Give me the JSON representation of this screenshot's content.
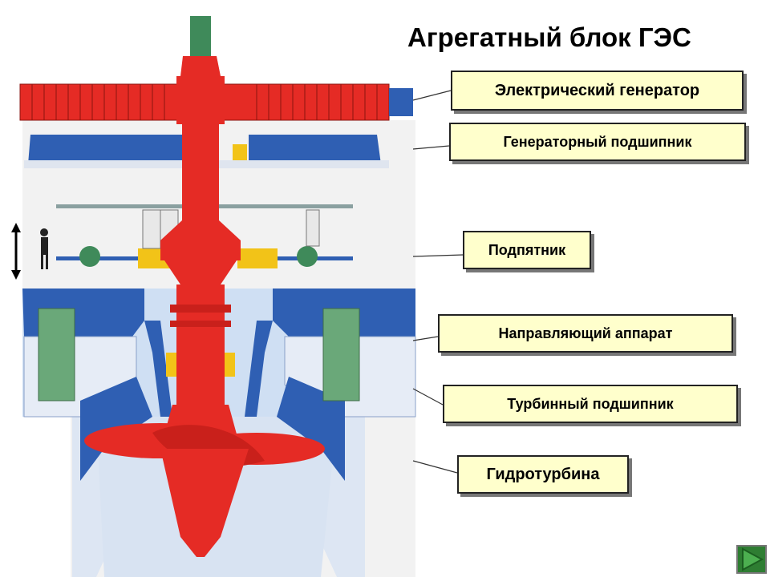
{
  "title": "Агрегатный блок ГЭС",
  "labels": {
    "generator": "Электрический генератор",
    "generator_bearing": "Генераторный подшипник",
    "thrust_bearing": "Подпятник",
    "guide_vane": "Направляющий аппарат",
    "turbine_bearing": "Турбинный подшипник",
    "turbine": "Гидротурбина"
  },
  "colors": {
    "shaft": "#e52b25",
    "structure": "#2f5fb3",
    "water": "#cfdff3",
    "green": "#6aa879",
    "yellow": "#f2c318",
    "label_bg": "#ffffcc"
  },
  "nav": {
    "icon": "play-next-icon"
  }
}
